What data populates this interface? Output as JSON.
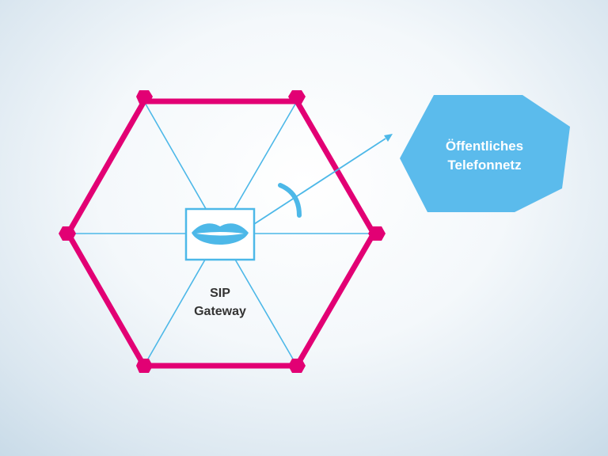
{
  "gateway": {
    "line1": "SIP",
    "line2": "Gateway"
  },
  "network": {
    "line1": "Öffentliches",
    "line2": "Telefonnetz"
  },
  "icons": {
    "gateway": "lips-icon",
    "link": "arrow-icon",
    "signal": "arc-icon"
  },
  "colors": {
    "hexagon": "#e20074",
    "spokes": "#4db8e8",
    "network_fill": "#5bbbec",
    "network_text": "#ffffff",
    "gateway_text": "#333333"
  }
}
